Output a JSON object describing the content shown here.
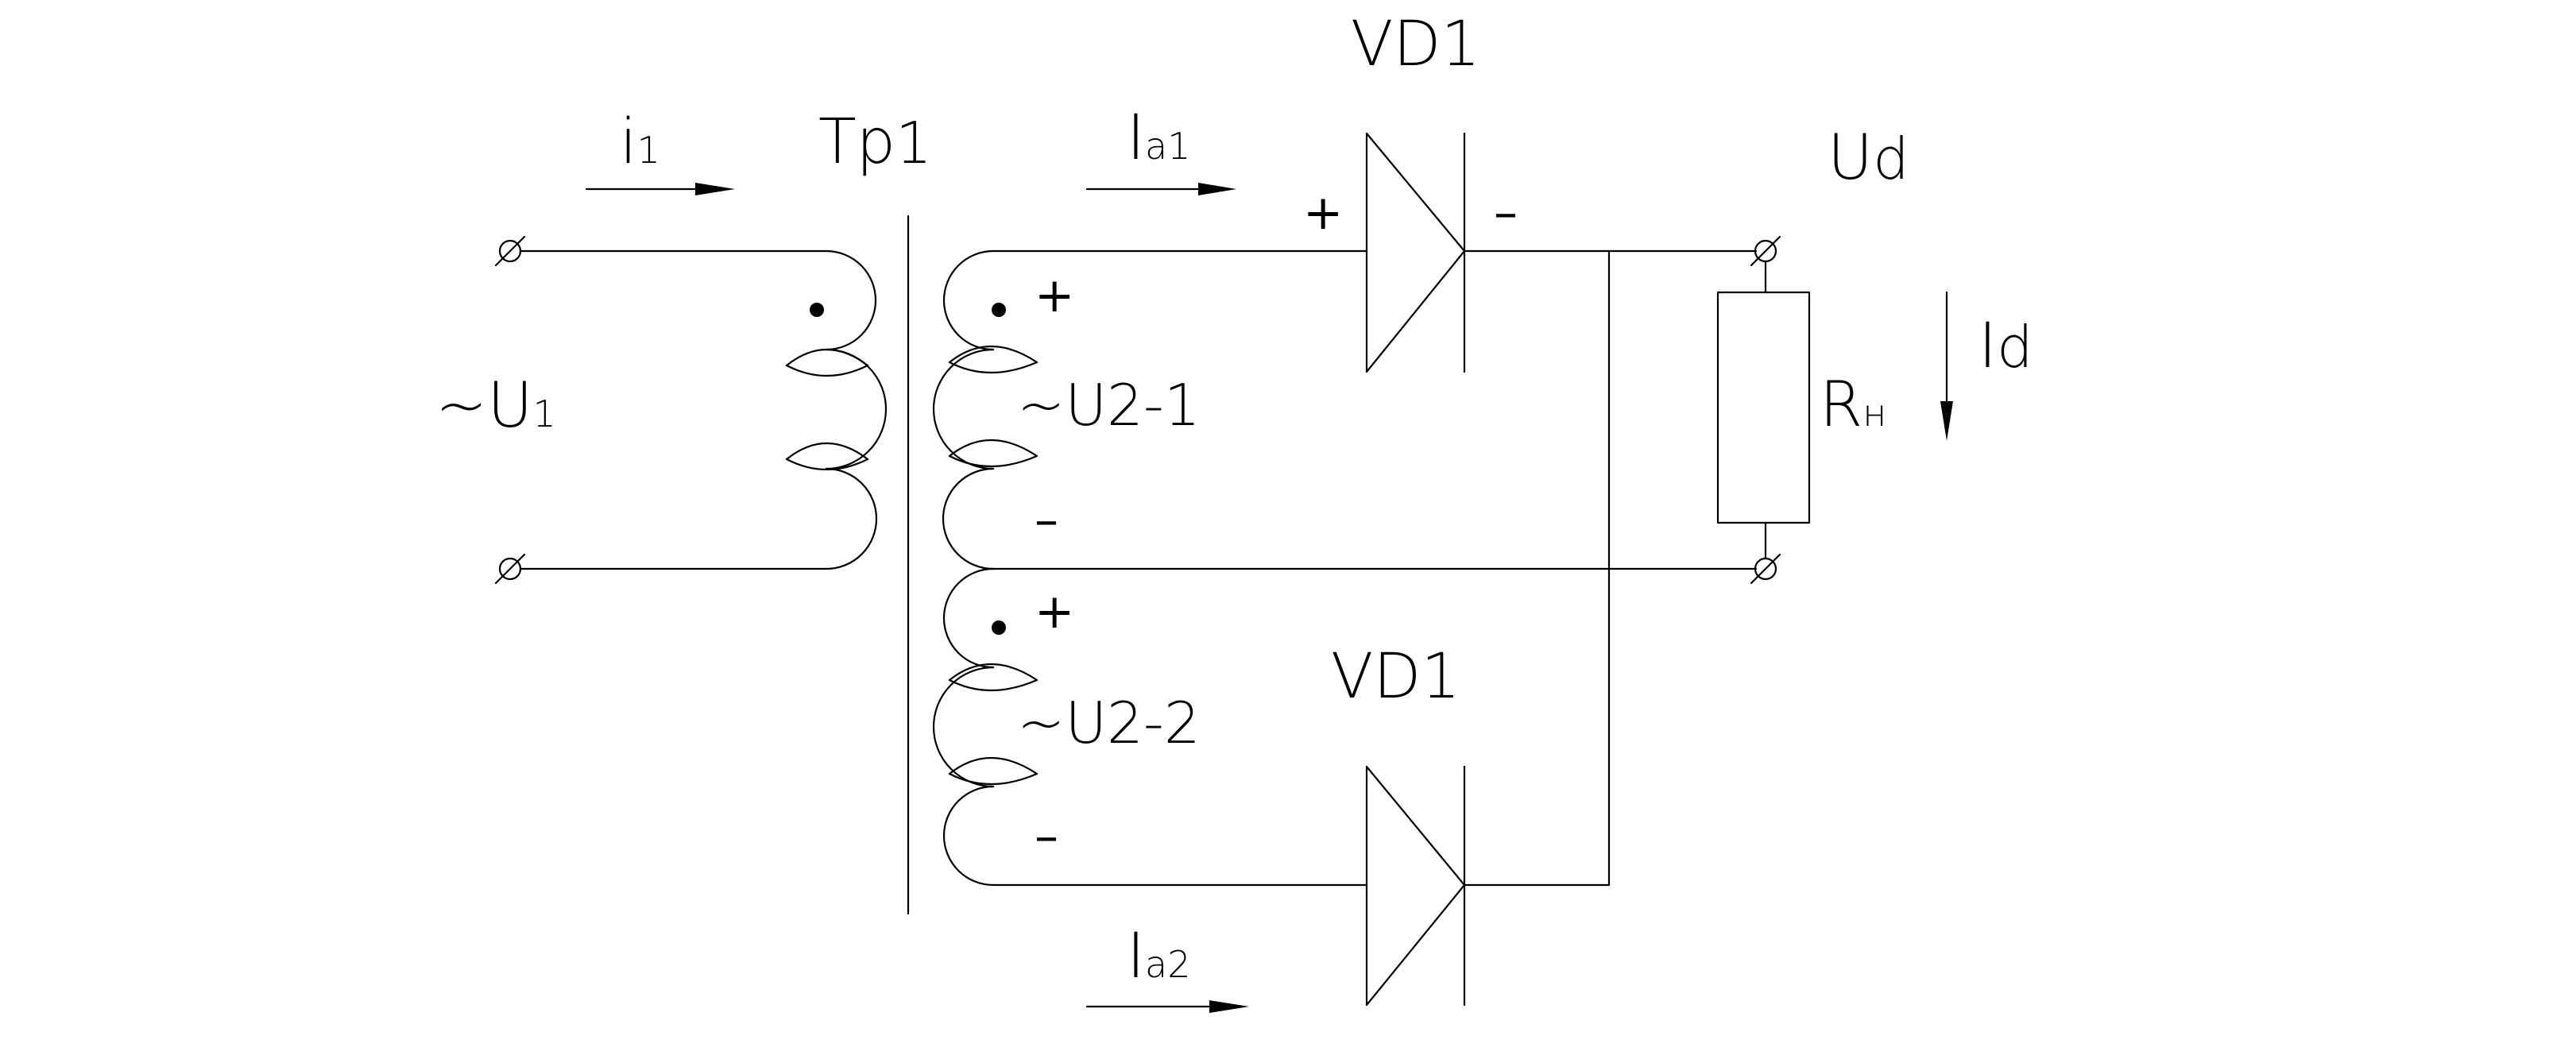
{
  "labels": {
    "primary_current": {
      "main": "i",
      "sub": "1"
    },
    "transformer": {
      "main": "Tp",
      "sub": "1"
    },
    "diode_top": "VD1",
    "diode_bottom": "VD1",
    "anode_current_1": {
      "main": "I",
      "sub": "a1"
    },
    "anode_current_2": {
      "main": "I",
      "sub": "a2"
    },
    "load_voltage": {
      "main": "U",
      "sub": "d"
    },
    "load_current": {
      "main": "I",
      "sub": "d"
    },
    "load_resistor": {
      "main": "R",
      "sub": "н"
    },
    "input_voltage": {
      "main": "~U",
      "sub": "1"
    },
    "secondary_1_voltage": "~U2-1",
    "secondary_2_voltage": "~U2-2",
    "plus": "+",
    "minus": "–"
  }
}
